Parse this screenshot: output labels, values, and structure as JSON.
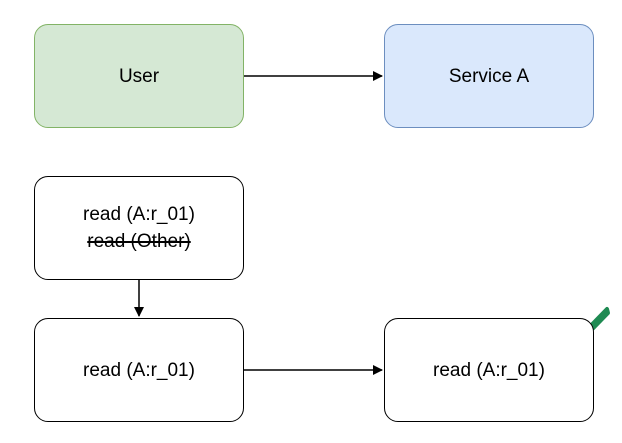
{
  "diagram": {
    "nodes": {
      "user": {
        "label": "User"
      },
      "service_a": {
        "label": "Service A"
      },
      "read_filter": {
        "line1": "read (A:r_01)",
        "line2_struck": "read (Other)"
      },
      "read_middle": {
        "label": "read (A:r_01)"
      },
      "read_final": {
        "label": "read (A:r_01)"
      }
    },
    "edges": [
      {
        "from": "user",
        "to": "service_a"
      },
      {
        "from": "read_filter",
        "to": "read_middle"
      },
      {
        "from": "read_middle",
        "to": "read_final"
      }
    ],
    "status": {
      "read_final": "approved-check"
    },
    "colors": {
      "user_fill": "#d5e8d4",
      "user_stroke": "#82b366",
      "service_fill": "#dae8fc",
      "service_stroke": "#6c8ebf",
      "check": "#1e8a52"
    },
    "icons": {
      "check": "check-icon"
    }
  }
}
